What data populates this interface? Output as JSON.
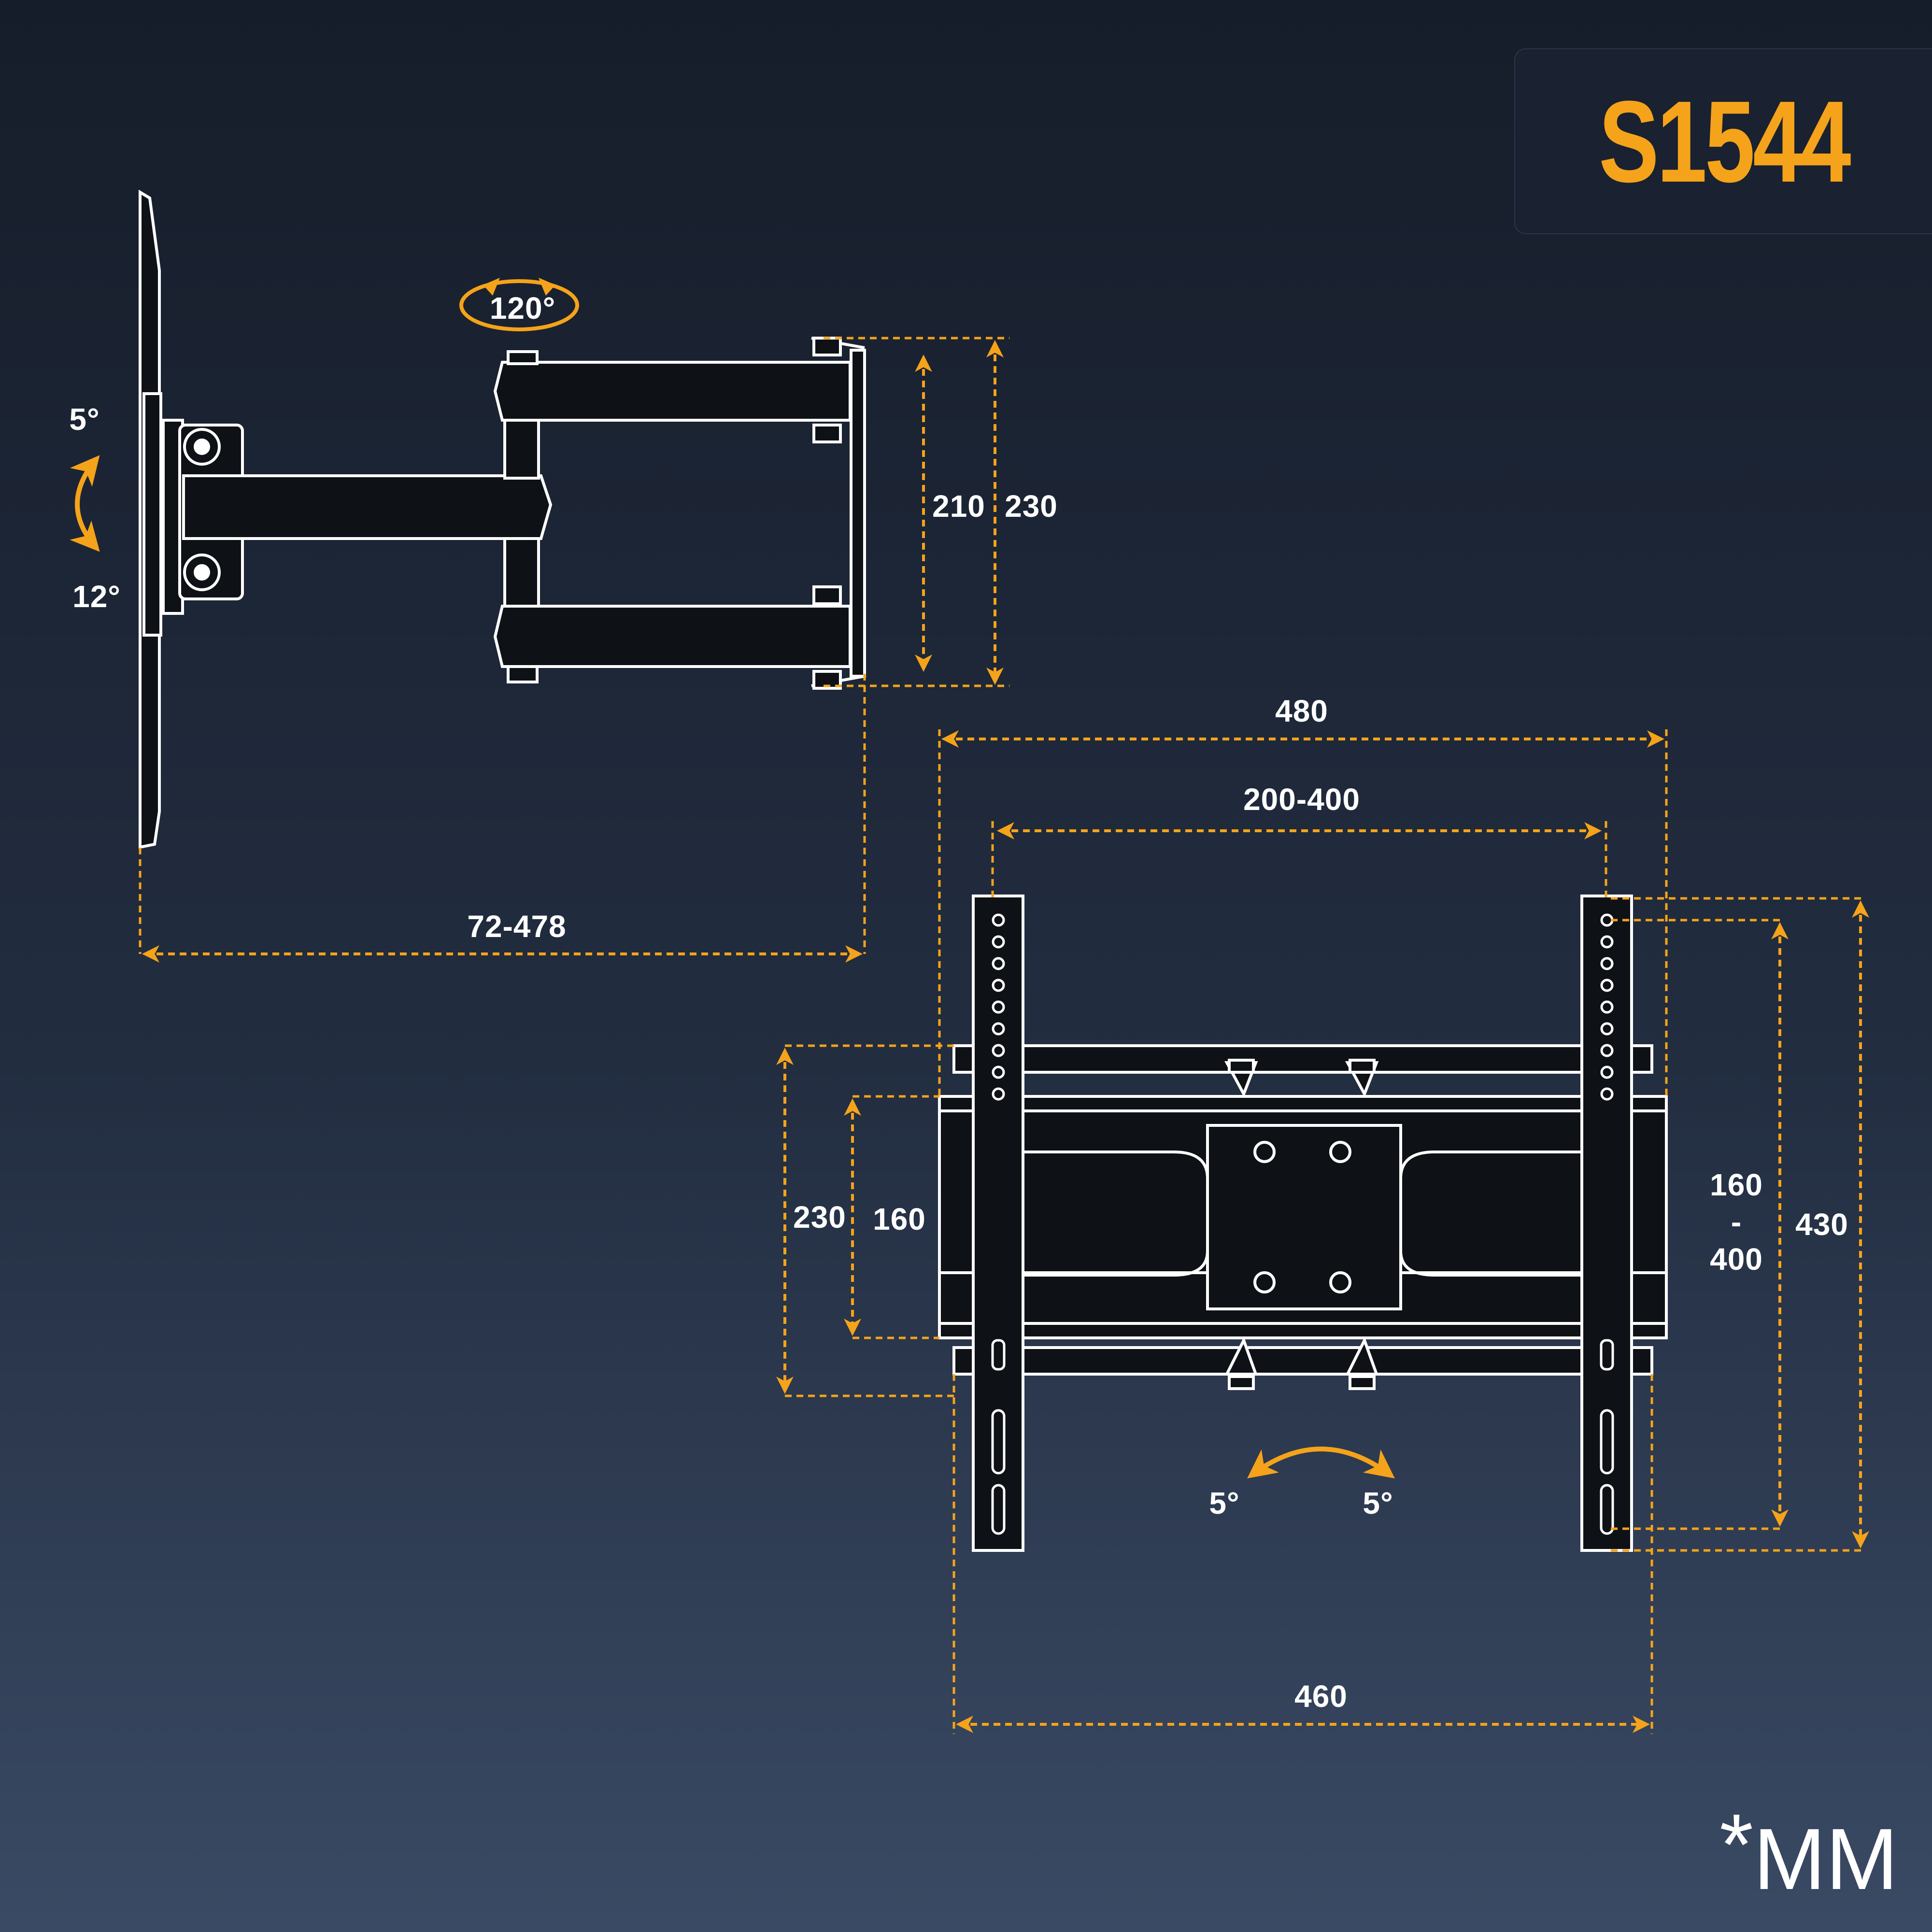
{
  "model": "S1544",
  "unit_note": {
    "star": "*",
    "unit": "MM"
  },
  "colors": {
    "accent": "#f5a31a",
    "line": "#ffffff",
    "part_fill": "#0e1116",
    "background_top": "#161d2a",
    "background_bottom": "#3a4a64",
    "model_box": "#1a2130"
  },
  "side_view": {
    "swivel": "120°",
    "tilt_up": "5°",
    "tilt_down": "12°",
    "extension": "72-478",
    "height_inner": "210",
    "height_outer": "230"
  },
  "front_view": {
    "width_outer": "480",
    "vesa_width": "200-400",
    "wallplate_width": "460",
    "wallplate_height": "230",
    "wallplate_inner": "160",
    "vesa_height_top": "160",
    "vesa_height_dash": "-",
    "vesa_height_bottom": "400",
    "height_outer": "430",
    "level_left": "5°",
    "level_right": "5°"
  }
}
